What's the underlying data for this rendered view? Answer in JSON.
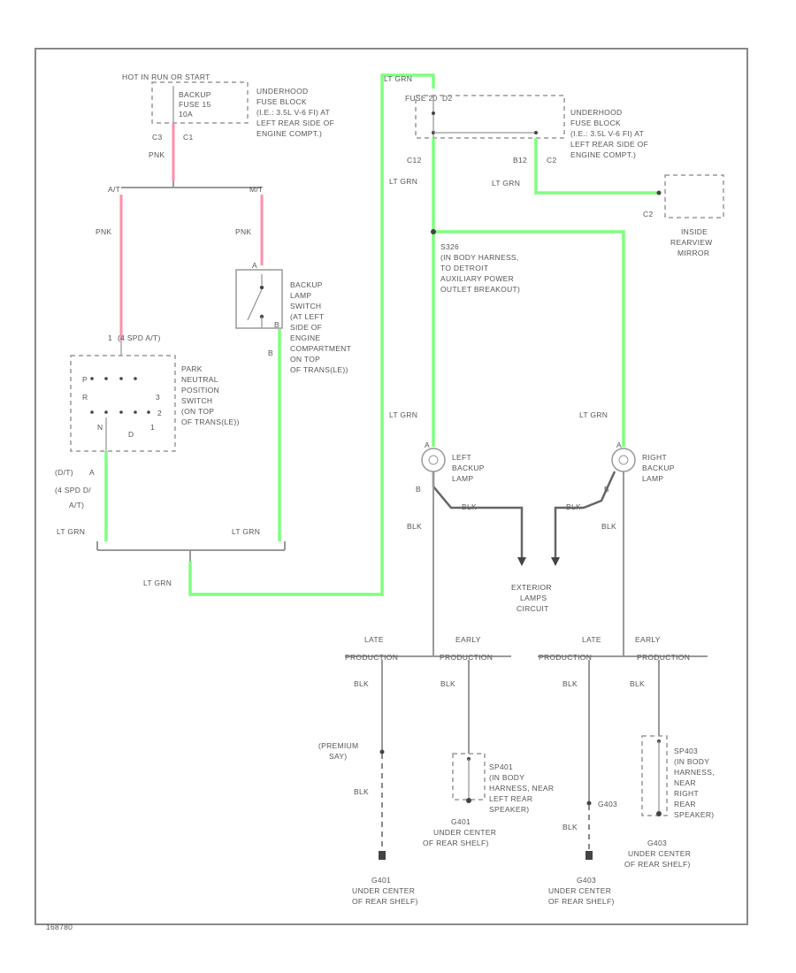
{
  "fuse_block_left": {
    "header": "HOT IN RUN OR START",
    "fuse_label": [
      "BACKUP",
      "FUSE 15",
      "10A"
    ],
    "location": [
      "UNDERHOOD",
      "FUSE BLOCK",
      "(I.E.: 3.5L V-6 FI) AT",
      "LEFT REAR SIDE OF",
      "ENGINE COMPT.)"
    ],
    "conn_left": "C3",
    "conn_right": "C1",
    "wire_color": "PNK"
  },
  "splice": {
    "at_label": "A/T",
    "mt_label": "M/T",
    "pnk_left": "PNK",
    "pnk_right": "PNK"
  },
  "backup_switch": {
    "lines": [
      "BACKUP",
      "LAMP",
      "SWITCH",
      "(AT LEFT",
      "SIDE OF",
      "ENGINE",
      "COMPARTMENT",
      "ON TOP",
      "OF TRANS(LE))"
    ],
    "pin_top": "A",
    "pin_bottom": "B"
  },
  "park_neutral_switch": {
    "pin_top": "1",
    "spd_top": "(4 SPD A/T)",
    "lines": [
      "PARK",
      "NEUTRAL",
      "POSITION",
      "SWITCH",
      "(ON TOP",
      "OF TRANS(LE))"
    ],
    "spd_bottom_1": "(D/T)",
    "spd_bottom_2": "(4 SPD D/",
    "spd_bottom_3": "A/T)",
    "bottom_pin": "A",
    "contacts": [
      "P",
      "R",
      "N",
      "D",
      "3",
      "2",
      "1"
    ]
  },
  "lt_grn_labels": {
    "sw_left": "LT GRN",
    "sw_right": "LT GRN",
    "bottom": "LT GRN",
    "top_right": "LT GRN",
    "riser": "LT GRN",
    "left_lamp": "LT GRN",
    "right_lamp": "LT GRN",
    "mirror": "LT GRN"
  },
  "fuse_block_right": {
    "fuse_label": "FUSE 20",
    "pin": "D2",
    "location": [
      "UNDERHOOD",
      "FUSE BLOCK",
      "(I.E.: 3.5L V-6 FI) AT",
      "LEFT REAR SIDE OF",
      "ENGINE COMPT.)"
    ],
    "conn_left": "C12",
    "conn_right_a": "B12",
    "conn_right_b": "C2"
  },
  "mirror": {
    "connector": "C2",
    "lines": [
      "INSIDE",
      "REARVIEW",
      "MIRROR"
    ]
  },
  "splice_s": {
    "lines": [
      "S326",
      "(IN BODY HARNESS,",
      "TO DETROIT",
      "AUXILIARY POWER",
      "OUTLET BREAKOUT)"
    ]
  },
  "left_lamp": {
    "lines": [
      "LEFT",
      "BACKUP",
      "LAMP"
    ],
    "pin_top": "A",
    "pin_bottom": "B",
    "wire_blk": "BLK",
    "wire_down": "BLK"
  },
  "right_lamp": {
    "lines": [
      "RIGHT",
      "BACKUP",
      "LAMP"
    ],
    "pin_top": "A",
    "pin_bottom": "B",
    "wire_blk": "BLK",
    "wire_down": "BLK"
  },
  "exterior": [
    "EXTERIOR",
    "LAMPS",
    "CIRCUIT"
  ],
  "production": {
    "late_1": "LATE",
    "prod_1": "PRODUCTION",
    "early_1": "EARLY",
    "prod_2": "PRODUCTION",
    "late_2": "LATE",
    "prod_3": "PRODUCTION",
    "early_2": "EARLY",
    "prod_4": "PRODUCTION"
  },
  "grounds": {
    "blk_1": "BLK",
    "blk_2": "BLK",
    "blk_3": "BLK",
    "blk_4": "BLK",
    "blk_5": "BLK",
    "blk_6": "BLK",
    "premium": [
      "(PREMIUM",
      "SAY)"
    ],
    "g401_lines": [
      "G401",
      "UNDER CENTER",
      "OF REAR SHELF)"
    ],
    "g403_label": "G403",
    "g403_lines": [
      "G403",
      "UNDER CENTER",
      "OF REAR SHELF)"
    ],
    "sp401_lines": [
      "SP401",
      "(IN BODY",
      "HARNESS, NEAR",
      "LEFT REAR",
      "SPEAKER)"
    ],
    "g401b_lines": [
      "G401",
      "UNDER CENTER",
      "OF REAR SHELF)"
    ],
    "sp403_lines": [
      "SP403",
      "(IN BODY",
      "HARNESS,",
      "NEAR",
      "RIGHT",
      "REAR",
      "SPEAKER)"
    ],
    "g403b_lines": [
      "G403",
      "UNDER CENTER",
      "OF REAR SHELF)"
    ]
  },
  "footer_id": "168780"
}
